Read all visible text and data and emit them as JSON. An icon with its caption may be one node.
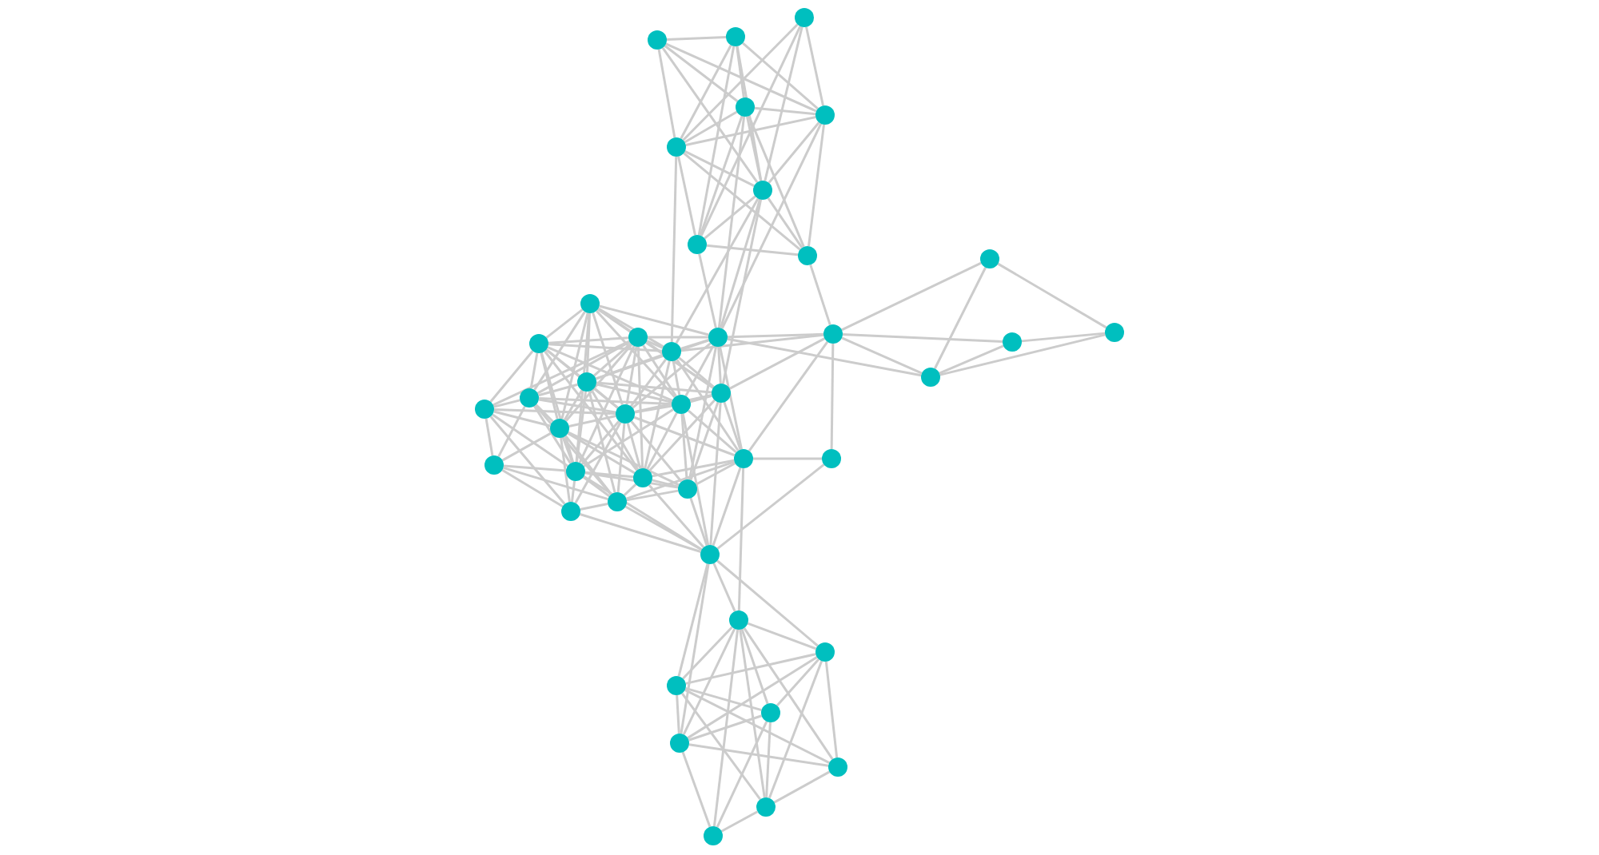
{
  "diagram": {
    "nodes": [
      {
        "text": [],
        "shape": "circle"
      },
      {
        "text": [],
        "shape": "circle"
      },
      {
        "text": [],
        "shape": "circle"
      },
      {
        "text": [],
        "shape": "circle"
      },
      {
        "text": [],
        "shape": "circle"
      },
      {
        "text": [],
        "shape": "circle"
      },
      {
        "text": [],
        "shape": "circle"
      },
      {
        "text": [],
        "shape": "circle"
      },
      {
        "text": [],
        "shape": "circle"
      },
      {
        "text": [],
        "shape": "circle"
      },
      {
        "text": [],
        "shape": "circle"
      },
      {
        "text": [],
        "shape": "circle"
      },
      {
        "text": [],
        "shape": "circle"
      },
      {
        "text": [],
        "shape": "circle"
      },
      {
        "text": [],
        "shape": "circle"
      },
      {
        "text": [],
        "shape": "circle"
      },
      {
        "text": [],
        "shape": "circle"
      },
      {
        "text": [],
        "shape": "circle"
      },
      {
        "text": [],
        "shape": "circle"
      },
      {
        "text": [],
        "shape": "circle"
      },
      {
        "text": [],
        "shape": "circle"
      },
      {
        "text": [],
        "shape": "circle"
      },
      {
        "text": [],
        "shape": "circle"
      },
      {
        "text": [],
        "shape": "circle"
      },
      {
        "text": [],
        "shape": "circle"
      },
      {
        "text": [],
        "shape": "circle"
      },
      {
        "text": [],
        "shape": "circle"
      },
      {
        "text": [],
        "shape": "circle"
      },
      {
        "text": [],
        "shape": "circle"
      },
      {
        "text": [],
        "shape": "circle"
      },
      {
        "text": [],
        "shape": "circle"
      },
      {
        "text": [],
        "shape": "circle"
      },
      {
        "text": [],
        "shape": "circle"
      },
      {
        "text": [],
        "shape": "circle"
      },
      {
        "text": [],
        "shape": "circle"
      },
      {
        "text": [],
        "shape": "circle"
      },
      {
        "text": [],
        "shape": "circle"
      },
      {
        "text": [],
        "shape": "circle"
      },
      {
        "text": [],
        "shape": "circle"
      },
      {
        "text": [],
        "shape": "circle"
      },
      {
        "text": [],
        "shape": "circle"
      },
      {
        "text": [],
        "shape": "circle"
      },
      {
        "text": [],
        "shape": "circle"
      }
    ],
    "edges": [
      {
        "from": 0,
        "to": 1,
        "arrow": "none"
      },
      {
        "from": 0,
        "to": 5,
        "arrow": "none"
      },
      {
        "from": 0,
        "to": 3,
        "arrow": "none"
      },
      {
        "from": 0,
        "to": 4,
        "arrow": "none"
      },
      {
        "from": 0,
        "to": 6,
        "arrow": "none"
      },
      {
        "from": 1,
        "to": 3,
        "arrow": "none"
      },
      {
        "from": 1,
        "to": 5,
        "arrow": "none"
      },
      {
        "from": 1,
        "to": 4,
        "arrow": "none"
      },
      {
        "from": 1,
        "to": 6,
        "arrow": "none"
      },
      {
        "from": 1,
        "to": 7,
        "arrow": "none"
      },
      {
        "from": 2,
        "to": 5,
        "arrow": "none"
      },
      {
        "from": 2,
        "to": 6,
        "arrow": "none"
      },
      {
        "from": 2,
        "to": 4,
        "arrow": "none"
      },
      {
        "from": 2,
        "to": 7,
        "arrow": "none"
      },
      {
        "from": 3,
        "to": 4,
        "arrow": "none"
      },
      {
        "from": 3,
        "to": 5,
        "arrow": "none"
      },
      {
        "from": 3,
        "to": 6,
        "arrow": "none"
      },
      {
        "from": 3,
        "to": 8,
        "arrow": "none"
      },
      {
        "from": 3,
        "to": 7,
        "arrow": "none"
      },
      {
        "from": 4,
        "to": 5,
        "arrow": "none"
      },
      {
        "from": 4,
        "to": 6,
        "arrow": "none"
      },
      {
        "from": 4,
        "to": 8,
        "arrow": "none"
      },
      {
        "from": 5,
        "to": 6,
        "arrow": "none"
      },
      {
        "from": 5,
        "to": 8,
        "arrow": "none"
      },
      {
        "from": 5,
        "to": 7,
        "arrow": "none"
      },
      {
        "from": 6,
        "to": 7,
        "arrow": "none"
      },
      {
        "from": 6,
        "to": 8,
        "arrow": "none"
      },
      {
        "from": 7,
        "to": 8,
        "arrow": "none"
      },
      {
        "from": 5,
        "to": 12,
        "arrow": "none"
      },
      {
        "from": 7,
        "to": 13,
        "arrow": "none"
      },
      {
        "from": 6,
        "to": 13,
        "arrow": "none"
      },
      {
        "from": 8,
        "to": 14,
        "arrow": "none"
      },
      {
        "from": 6,
        "to": 22,
        "arrow": "none"
      },
      {
        "from": 3,
        "to": 13,
        "arrow": "none"
      },
      {
        "from": 4,
        "to": 13,
        "arrow": "none"
      },
      {
        "from": 6,
        "to": 12,
        "arrow": "none"
      },
      {
        "from": 14,
        "to": 15,
        "arrow": "none"
      },
      {
        "from": 14,
        "to": 17,
        "arrow": "none"
      },
      {
        "from": 14,
        "to": 18,
        "arrow": "none"
      },
      {
        "from": 14,
        "to": 31,
        "arrow": "none"
      },
      {
        "from": 14,
        "to": 13,
        "arrow": "none"
      },
      {
        "from": 14,
        "to": 12,
        "arrow": "none"
      },
      {
        "from": 14,
        "to": 22,
        "arrow": "none"
      },
      {
        "from": 14,
        "to": 30,
        "arrow": "none"
      },
      {
        "from": 15,
        "to": 18,
        "arrow": "none"
      },
      {
        "from": 15,
        "to": 16,
        "arrow": "none"
      },
      {
        "from": 16,
        "to": 17,
        "arrow": "none"
      },
      {
        "from": 16,
        "to": 18,
        "arrow": "none"
      },
      {
        "from": 17,
        "to": 18,
        "arrow": "none"
      },
      {
        "from": 13,
        "to": 18,
        "arrow": "none"
      },
      {
        "from": 31,
        "to": 30,
        "arrow": "none"
      },
      {
        "from": 31,
        "to": 34,
        "arrow": "none"
      },
      {
        "from": 9,
        "to": 10,
        "arrow": "none"
      },
      {
        "from": 9,
        "to": 11,
        "arrow": "none"
      },
      {
        "from": 9,
        "to": 12,
        "arrow": "none"
      },
      {
        "from": 9,
        "to": 21,
        "arrow": "none"
      },
      {
        "from": 9,
        "to": 24,
        "arrow": "none"
      },
      {
        "from": 9,
        "to": 23,
        "arrow": "none"
      },
      {
        "from": 9,
        "to": 13,
        "arrow": "none"
      },
      {
        "from": 9,
        "to": 19,
        "arrow": "none"
      },
      {
        "from": 9,
        "to": 25,
        "arrow": "none"
      },
      {
        "from": 9,
        "to": 27,
        "arrow": "none"
      },
      {
        "from": 9,
        "to": 22,
        "arrow": "none"
      },
      {
        "from": 10,
        "to": 11,
        "arrow": "none"
      },
      {
        "from": 10,
        "to": 19,
        "arrow": "none"
      },
      {
        "from": 10,
        "to": 21,
        "arrow": "none"
      },
      {
        "from": 10,
        "to": 24,
        "arrow": "none"
      },
      {
        "from": 10,
        "to": 25,
        "arrow": "none"
      },
      {
        "from": 10,
        "to": 23,
        "arrow": "none"
      },
      {
        "from": 10,
        "to": 27,
        "arrow": "none"
      },
      {
        "from": 10,
        "to": 28,
        "arrow": "none"
      },
      {
        "from": 10,
        "to": 12,
        "arrow": "none"
      },
      {
        "from": 10,
        "to": 20,
        "arrow": "none"
      },
      {
        "from": 11,
        "to": 12,
        "arrow": "none"
      },
      {
        "from": 11,
        "to": 13,
        "arrow": "none"
      },
      {
        "from": 11,
        "to": 21,
        "arrow": "none"
      },
      {
        "from": 11,
        "to": 23,
        "arrow": "none"
      },
      {
        "from": 11,
        "to": 24,
        "arrow": "none"
      },
      {
        "from": 11,
        "to": 22,
        "arrow": "none"
      },
      {
        "from": 11,
        "to": 25,
        "arrow": "none"
      },
      {
        "from": 11,
        "to": 27,
        "arrow": "none"
      },
      {
        "from": 11,
        "to": 28,
        "arrow": "none"
      },
      {
        "from": 11,
        "to": 19,
        "arrow": "none"
      },
      {
        "from": 12,
        "to": 13,
        "arrow": "none"
      },
      {
        "from": 12,
        "to": 23,
        "arrow": "none"
      },
      {
        "from": 12,
        "to": 24,
        "arrow": "none"
      },
      {
        "from": 12,
        "to": 22,
        "arrow": "none"
      },
      {
        "from": 12,
        "to": 28,
        "arrow": "none"
      },
      {
        "from": 12,
        "to": 21,
        "arrow": "none"
      },
      {
        "from": 12,
        "to": 30,
        "arrow": "none"
      },
      {
        "from": 13,
        "to": 22,
        "arrow": "none"
      },
      {
        "from": 13,
        "to": 23,
        "arrow": "none"
      },
      {
        "from": 13,
        "to": 24,
        "arrow": "none"
      },
      {
        "from": 13,
        "to": 30,
        "arrow": "none"
      },
      {
        "from": 13,
        "to": 29,
        "arrow": "none"
      },
      {
        "from": 13,
        "to": 21,
        "arrow": "none"
      },
      {
        "from": 19,
        "to": 20,
        "arrow": "none"
      },
      {
        "from": 19,
        "to": 21,
        "arrow": "none"
      },
      {
        "from": 19,
        "to": 24,
        "arrow": "none"
      },
      {
        "from": 19,
        "to": 25,
        "arrow": "none"
      },
      {
        "from": 19,
        "to": 26,
        "arrow": "none"
      },
      {
        "from": 19,
        "to": 27,
        "arrow": "none"
      },
      {
        "from": 19,
        "to": 23,
        "arrow": "none"
      },
      {
        "from": 19,
        "to": 32,
        "arrow": "none"
      },
      {
        "from": 20,
        "to": 25,
        "arrow": "none"
      },
      {
        "from": 20,
        "to": 24,
        "arrow": "none"
      },
      {
        "from": 20,
        "to": 27,
        "arrow": "none"
      },
      {
        "from": 20,
        "to": 26,
        "arrow": "none"
      },
      {
        "from": 20,
        "to": 11,
        "arrow": "none"
      },
      {
        "from": 20,
        "to": 33,
        "arrow": "none"
      },
      {
        "from": 21,
        "to": 24,
        "arrow": "none"
      },
      {
        "from": 21,
        "to": 25,
        "arrow": "none"
      },
      {
        "from": 21,
        "to": 23,
        "arrow": "none"
      },
      {
        "from": 21,
        "to": 27,
        "arrow": "none"
      },
      {
        "from": 21,
        "to": 28,
        "arrow": "none"
      },
      {
        "from": 21,
        "to": 32,
        "arrow": "none"
      },
      {
        "from": 21,
        "to": 22,
        "arrow": "none"
      },
      {
        "from": 22,
        "to": 23,
        "arrow": "none"
      },
      {
        "from": 22,
        "to": 24,
        "arrow": "none"
      },
      {
        "from": 22,
        "to": 30,
        "arrow": "none"
      },
      {
        "from": 22,
        "to": 29,
        "arrow": "none"
      },
      {
        "from": 22,
        "to": 28,
        "arrow": "none"
      },
      {
        "from": 22,
        "to": 34,
        "arrow": "none"
      },
      {
        "from": 23,
        "to": 24,
        "arrow": "none"
      },
      {
        "from": 23,
        "to": 28,
        "arrow": "none"
      },
      {
        "from": 23,
        "to": 29,
        "arrow": "none"
      },
      {
        "from": 23,
        "to": 30,
        "arrow": "none"
      },
      {
        "from": 23,
        "to": 34,
        "arrow": "none"
      },
      {
        "from": 23,
        "to": 27,
        "arrow": "none"
      },
      {
        "from": 24,
        "to": 25,
        "arrow": "none"
      },
      {
        "from": 24,
        "to": 27,
        "arrow": "none"
      },
      {
        "from": 24,
        "to": 28,
        "arrow": "none"
      },
      {
        "from": 24,
        "to": 32,
        "arrow": "none"
      },
      {
        "from": 24,
        "to": 29,
        "arrow": "none"
      },
      {
        "from": 24,
        "to": 33,
        "arrow": "none"
      },
      {
        "from": 24,
        "to": 30,
        "arrow": "none"
      },
      {
        "from": 25,
        "to": 26,
        "arrow": "none"
      },
      {
        "from": 25,
        "to": 27,
        "arrow": "none"
      },
      {
        "from": 25,
        "to": 28,
        "arrow": "none"
      },
      {
        "from": 25,
        "to": 32,
        "arrow": "none"
      },
      {
        "from": 25,
        "to": 33,
        "arrow": "none"
      },
      {
        "from": 25,
        "to": 29,
        "arrow": "none"
      },
      {
        "from": 26,
        "to": 27,
        "arrow": "none"
      },
      {
        "from": 26,
        "to": 33,
        "arrow": "none"
      },
      {
        "from": 26,
        "to": 32,
        "arrow": "none"
      },
      {
        "from": 27,
        "to": 28,
        "arrow": "none"
      },
      {
        "from": 27,
        "to": 32,
        "arrow": "none"
      },
      {
        "from": 27,
        "to": 33,
        "arrow": "none"
      },
      {
        "from": 27,
        "to": 29,
        "arrow": "none"
      },
      {
        "from": 27,
        "to": 34,
        "arrow": "none"
      },
      {
        "from": 28,
        "to": 29,
        "arrow": "none"
      },
      {
        "from": 28,
        "to": 32,
        "arrow": "none"
      },
      {
        "from": 28,
        "to": 30,
        "arrow": "none"
      },
      {
        "from": 28,
        "to": 34,
        "arrow": "none"
      },
      {
        "from": 29,
        "to": 30,
        "arrow": "none"
      },
      {
        "from": 29,
        "to": 34,
        "arrow": "none"
      },
      {
        "from": 29,
        "to": 32,
        "arrow": "none"
      },
      {
        "from": 30,
        "to": 34,
        "arrow": "none"
      },
      {
        "from": 30,
        "to": 32,
        "arrow": "none"
      },
      {
        "from": 32,
        "to": 33,
        "arrow": "none"
      },
      {
        "from": 32,
        "to": 34,
        "arrow": "none"
      },
      {
        "from": 33,
        "to": 34,
        "arrow": "none"
      },
      {
        "from": 34,
        "to": 35,
        "arrow": "none"
      },
      {
        "from": 34,
        "to": 36,
        "arrow": "none"
      },
      {
        "from": 34,
        "to": 37,
        "arrow": "none"
      },
      {
        "from": 34,
        "to": 39,
        "arrow": "none"
      },
      {
        "from": 30,
        "to": 35,
        "arrow": "none"
      },
      {
        "from": 35,
        "to": 36,
        "arrow": "none"
      },
      {
        "from": 35,
        "to": 37,
        "arrow": "none"
      },
      {
        "from": 35,
        "to": 38,
        "arrow": "none"
      },
      {
        "from": 35,
        "to": 39,
        "arrow": "none"
      },
      {
        "from": 35,
        "to": 40,
        "arrow": "none"
      },
      {
        "from": 35,
        "to": 41,
        "arrow": "none"
      },
      {
        "from": 35,
        "to": 42,
        "arrow": "none"
      },
      {
        "from": 36,
        "to": 37,
        "arrow": "none"
      },
      {
        "from": 36,
        "to": 39,
        "arrow": "none"
      },
      {
        "from": 36,
        "to": 40,
        "arrow": "none"
      },
      {
        "from": 36,
        "to": 41,
        "arrow": "none"
      },
      {
        "from": 36,
        "to": 38,
        "arrow": "none"
      },
      {
        "from": 37,
        "to": 38,
        "arrow": "none"
      },
      {
        "from": 37,
        "to": 39,
        "arrow": "none"
      },
      {
        "from": 37,
        "to": 40,
        "arrow": "none"
      },
      {
        "from": 37,
        "to": 41,
        "arrow": "none"
      },
      {
        "from": 38,
        "to": 39,
        "arrow": "none"
      },
      {
        "from": 38,
        "to": 41,
        "arrow": "none"
      },
      {
        "from": 38,
        "to": 42,
        "arrow": "none"
      },
      {
        "from": 39,
        "to": 40,
        "arrow": "none"
      },
      {
        "from": 39,
        "to": 42,
        "arrow": "none"
      },
      {
        "from": 40,
        "to": 41,
        "arrow": "none"
      },
      {
        "from": 41,
        "to": 42,
        "arrow": "none"
      }
    ]
  }
}
